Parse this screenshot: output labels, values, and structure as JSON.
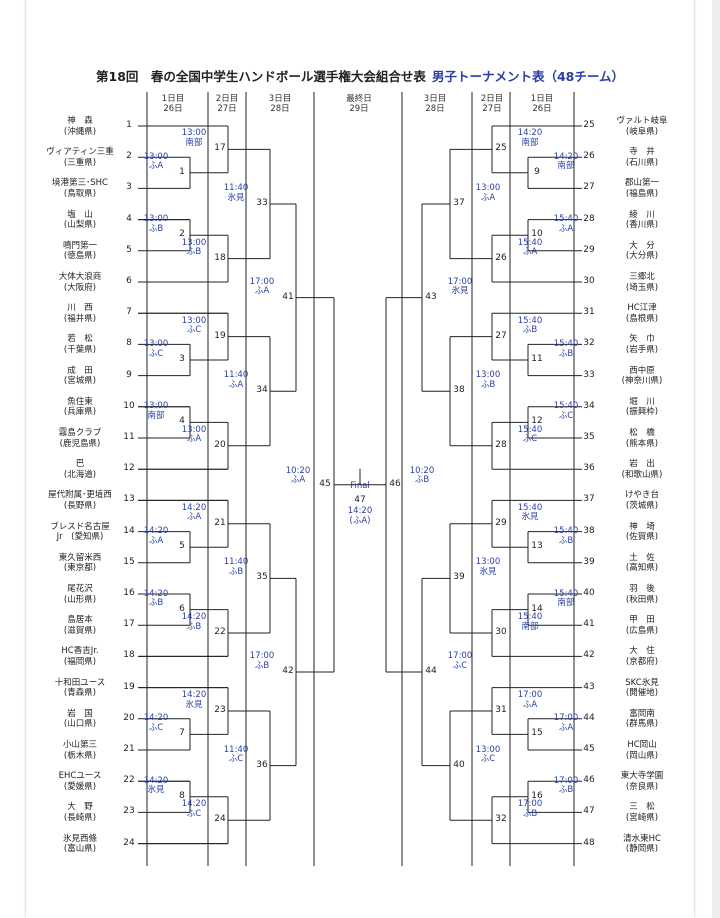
{
  "title": "第18回　春の全国中学生ハンドボール選手権大会組合せ表",
  "subtitle": "男子トーナメント表（48チーム）",
  "headers": {
    "left": [
      [
        "1日目",
        "26日"
      ],
      [
        "2日目",
        "27日"
      ],
      [
        "3日目",
        "28日"
      ]
    ],
    "center": [
      "最終日",
      "29日"
    ],
    "right": [
      [
        "3日目",
        "28日"
      ],
      [
        "2日目",
        "27日"
      ],
      [
        "1日目",
        "26日"
      ]
    ]
  },
  "left_teams": [
    [
      "神　森",
      "(沖縄県)"
    ],
    [
      "ヴィアティン三重",
      "(三重県)"
    ],
    [
      "境港第三･SHC",
      "(鳥取県)"
    ],
    [
      "塩　山",
      "(山梨県)"
    ],
    [
      "鳴門第一",
      "(徳島県)"
    ],
    [
      "大体大浪商",
      "(大阪府)"
    ],
    [
      "川　西",
      "(福井県)"
    ],
    [
      "若　松",
      "(千葉県)"
    ],
    [
      "成　田",
      "(宮城県)"
    ],
    [
      "魚住東",
      "(兵庫県)"
    ],
    [
      "霧島クラブ",
      "(鹿児島県)"
    ],
    [
      "巴",
      "(北海道)"
    ],
    [
      "屋代附属･更埴西",
      "(長野県)"
    ],
    [
      "ブレスド名古屋",
      "Jr　(愛知県)"
    ],
    [
      "東久留米西",
      "(東京都)"
    ],
    [
      "尾花沢",
      "(山形県)"
    ],
    [
      "島居本",
      "(滋賀県)"
    ],
    [
      "HC香吉Jr.",
      "(福岡県)"
    ],
    [
      "十和田ユース",
      "(青森県)"
    ],
    [
      "岩　国",
      "(山口県)"
    ],
    [
      "小山第三",
      "(栃木県)"
    ],
    [
      "EHCユース",
      "(愛媛県)"
    ],
    [
      "大　野",
      "(長崎県)"
    ],
    [
      "氷見西條",
      "(富山県)"
    ]
  ],
  "right_teams": [
    [
      "ヴァルト岐阜",
      "(岐阜県)"
    ],
    [
      "寺　井",
      "(石川県)"
    ],
    [
      "郡山第一",
      "(福島県)"
    ],
    [
      "綾　川",
      "(香川県)"
    ],
    [
      "大　分",
      "(大分県)"
    ],
    [
      "三郷北",
      "(埼玉県)"
    ],
    [
      "HC江津",
      "(島根県)"
    ],
    [
      "矢　巾",
      "(岩手県)"
    ],
    [
      "西中原",
      "(神奈川県)"
    ],
    [
      "堀　川",
      "(振興枠)"
    ],
    [
      "松　橋",
      "(熊本県)"
    ],
    [
      "岩　出",
      "(和歌山県)"
    ],
    [
      "けやき台",
      "(茨城県)"
    ],
    [
      "神　埼",
      "(佐賀県)"
    ],
    [
      "土　佐",
      "(高知県)"
    ],
    [
      "羽　後",
      "(秋田県)"
    ],
    [
      "甲　田",
      "(広島県)"
    ],
    [
      "大　住",
      "(京都府)"
    ],
    [
      "SKC氷見",
      "(開催地)"
    ],
    [
      "富岡南",
      "(群馬県)"
    ],
    [
      "HC岡山",
      "(岡山県)"
    ],
    [
      "東大寺学園",
      "(奈良県)"
    ],
    [
      "三　松",
      "(宮崎県)"
    ],
    [
      "清水東HC",
      "(静岡県)"
    ]
  ],
  "left_r1": [
    [
      "1",
      "13:00",
      "ふA"
    ],
    [
      "2",
      "13:00",
      "ふB"
    ],
    [
      "3",
      "13:00",
      "ふC"
    ],
    [
      "4",
      "13:00",
      "南部"
    ],
    [
      "5",
      "14:20",
      "ふA"
    ],
    [
      "6",
      "14:20",
      "ふB"
    ],
    [
      "7",
      "14:20",
      "ふC"
    ],
    [
      "8",
      "14:20",
      "氷見"
    ]
  ],
  "left_r2": [
    [
      "17",
      "13:00",
      "南部"
    ],
    [
      "18",
      "13:00",
      "ふB"
    ],
    [
      "19",
      "13:00",
      "ふC"
    ],
    [
      "20",
      "13:00",
      "ふA"
    ],
    [
      "21",
      "14:20",
      "ふA"
    ],
    [
      "22",
      "14:20",
      "ふB"
    ],
    [
      "23",
      "14:20",
      "氷見"
    ],
    [
      "24",
      "14:20",
      "ふC"
    ]
  ],
  "left_r3": [
    [
      "33",
      "11:40",
      "氷見"
    ],
    [
      "34",
      "11:40",
      "ふA"
    ],
    [
      "35",
      "11:40",
      "ふB"
    ],
    [
      "36",
      "11:40",
      "ふC"
    ]
  ],
  "left_r4": [
    [
      "41",
      "17:00",
      "ふA"
    ],
    [
      "42",
      "17:00",
      "ふB"
    ]
  ],
  "left_sf": [
    "45",
    "10:20",
    "ふA"
  ],
  "final": {
    "num": "47",
    "label": "Final",
    "time": "14:20",
    "venue": "(ふA)"
  },
  "right_sf": [
    "46",
    "10:20",
    "ふB"
  ],
  "right_r4": [
    [
      "43",
      "17:00",
      "氷見"
    ],
    [
      "44",
      "17:00",
      "ふC"
    ]
  ],
  "right_r3": [
    [
      "37",
      "13:00",
      "ふA"
    ],
    [
      "38",
      "13:00",
      "ふB"
    ],
    [
      "39",
      "13:00",
      "氷見"
    ],
    [
      "40",
      "13:00",
      "ふC"
    ]
  ],
  "right_r2": [
    [
      "25",
      "14:20",
      "南部"
    ],
    [
      "26",
      "15:40",
      "ふA"
    ],
    [
      "27",
      "15:40",
      "ふB"
    ],
    [
      "28",
      "15:40",
      "ふC"
    ],
    [
      "29",
      "15:40",
      "氷見"
    ],
    [
      "30",
      "15:40",
      "南部"
    ],
    [
      "31",
      "17:00",
      "ふA"
    ],
    [
      "32",
      "17:00",
      "ふB"
    ]
  ],
  "right_r1": [
    [
      "9",
      "14:20",
      "南部"
    ],
    [
      "10",
      "15:40",
      "ふA"
    ],
    [
      "11",
      "15:40",
      "ふB"
    ],
    [
      "12",
      "15:40",
      "ふC"
    ],
    [
      "13",
      "15:40",
      "ふB"
    ],
    [
      "14",
      "15:40",
      "南部"
    ],
    [
      "15",
      "17:00",
      "ふA"
    ],
    [
      "16",
      "17:00",
      "ふB"
    ]
  ]
}
